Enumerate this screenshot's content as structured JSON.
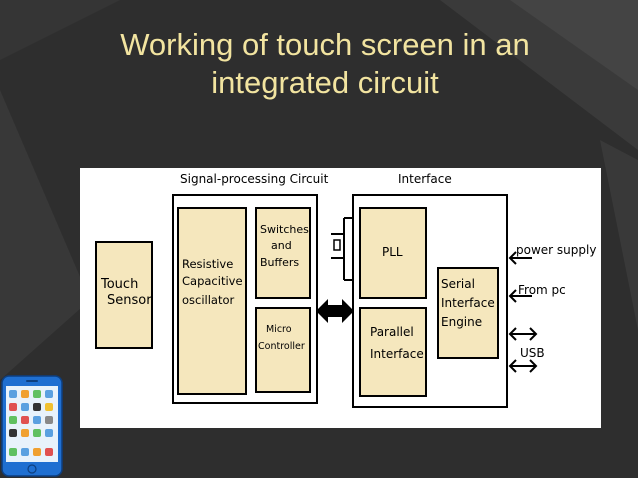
{
  "slide": {
    "title_line1": "Working of touch screen in an",
    "title_line2": "integrated circuit"
  },
  "diagram": {
    "section_signal": "Signal-processing Circuit",
    "section_interface": "Interface",
    "touch_sensor": [
      "Touch",
      "Sensor"
    ],
    "oscillator": [
      "Resistive",
      "Capacitive",
      "oscillator"
    ],
    "switches": [
      "Switches",
      "and",
      "Buffers"
    ],
    "micro": [
      "Micro",
      "Controller"
    ],
    "pll": "PLL",
    "parallel": [
      "Parallel",
      "Interface"
    ],
    "serial": [
      "Serial",
      "Interface",
      "Engine"
    ],
    "power_supply": "power supply",
    "from_pc": "From pc",
    "usb": "USB"
  },
  "colors": {
    "title": "#f2e4a0",
    "block_fill": "#f5e7bd",
    "background": "#2f2f2f"
  }
}
